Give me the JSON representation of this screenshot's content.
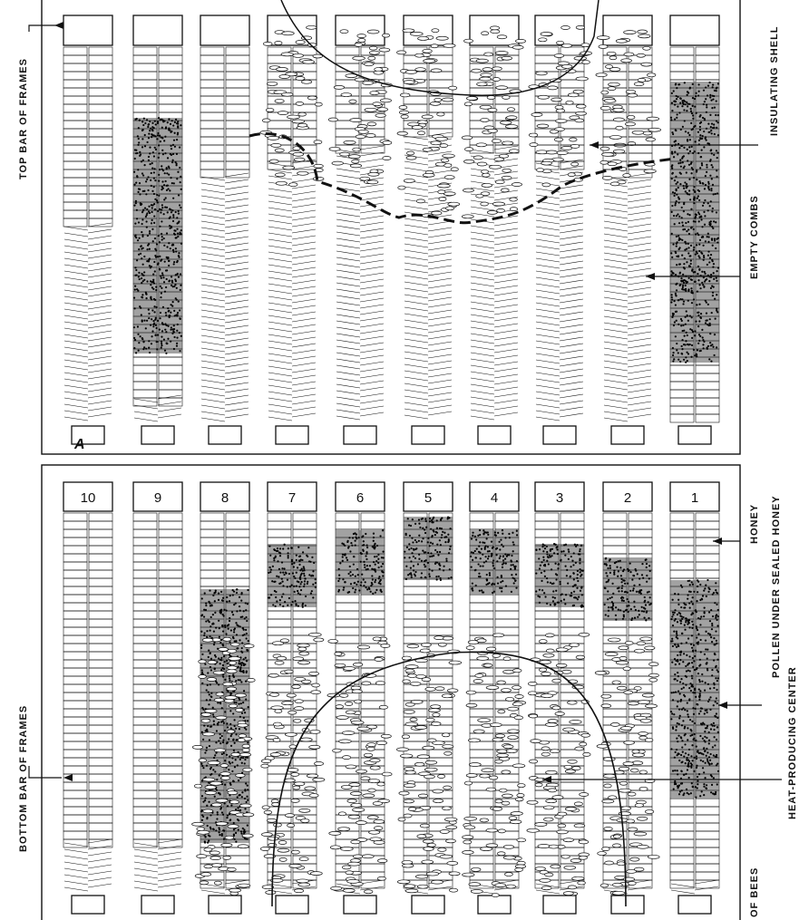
{
  "figure": {
    "upper_panel": {
      "marker": "A",
      "left_label": "TOP BAR OF FRAMES",
      "right_labels": [
        "INSULATING SHELL",
        "EMPTY COMBS"
      ]
    },
    "lower_panel": {
      "left_label": "BOTTOM BAR OF FRAMES",
      "frame_numbers": [
        "10",
        "9",
        "8",
        "7",
        "6",
        "5",
        "4",
        "3",
        "2",
        "1"
      ],
      "right_labels": [
        "HONEY",
        "POLLEN UNDER SEALED HONEY",
        "HEAT-PRODUCING CENTER",
        "OF BEES"
      ]
    }
  },
  "colors": {
    "ink": "#111111",
    "paper": "#ffffff",
    "pollen": "#2a2a2a"
  }
}
